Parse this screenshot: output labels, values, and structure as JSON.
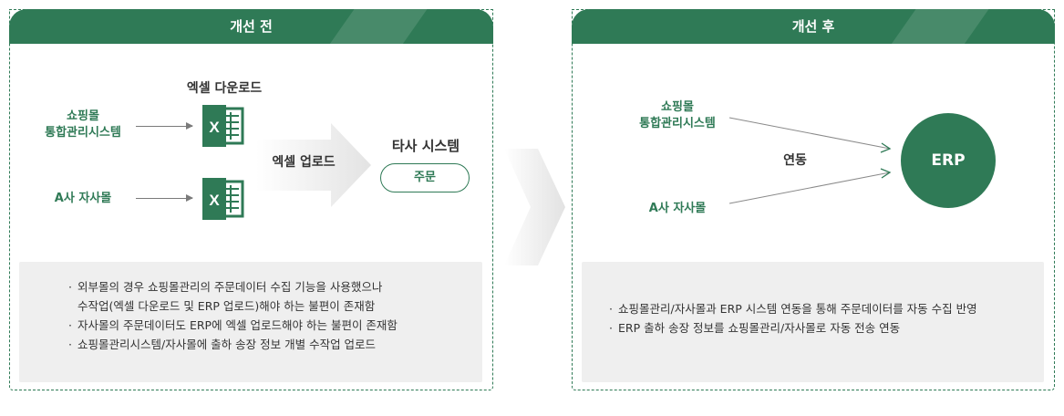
{
  "colors": {
    "accent": "#2f7a56",
    "note_bg": "#efefef",
    "big_arrow": "#e6e6e6"
  },
  "before": {
    "title": "개선 전",
    "source_mall_line1": "쇼핑몰",
    "source_mall_line2": "통합관리시스템",
    "source_own": "A사 자사몰",
    "excel_download": "엑셀 다운로드",
    "excel_upload": "엑셀 업로드",
    "target_system": "타사 시스템",
    "order_pill": "주문",
    "icon": "excel-icon",
    "notes": [
      "외부몰의 경우 쇼핑몰관리의 주문데이터 수집 기능을 사용했으나",
      "수작업(엑셀 다운로드 및 ERP 업로드)해야 하는 불편이 존재함",
      "자사몰의 주문데이터도 ERP에 엑셀 업로드해야 하는 불편이 존재함",
      "쇼핑몰관리시스템/자사몰에 출하 송장 정보 개별 수작업 업로드"
    ]
  },
  "after": {
    "title": "개선 후",
    "source_mall_line1": "쇼핑몰",
    "source_mall_line2": "통합관리시스템",
    "source_own": "A사 자사몰",
    "link_label": "연동",
    "erp": "ERP",
    "notes": [
      "쇼핑몰관리/자사몰과 ERP 시스템 연동을 통해 주문데이터를 자동 수집 반영",
      "ERP 출하 송장 정보를 쇼핑몰관리/자사몰로 자동 전송 연동"
    ]
  }
}
